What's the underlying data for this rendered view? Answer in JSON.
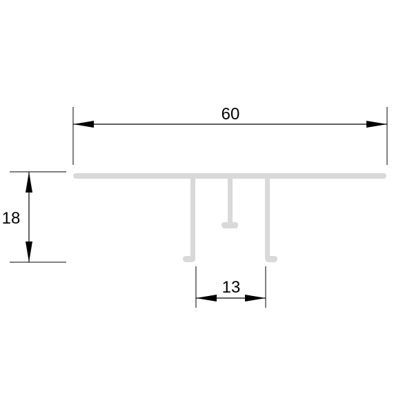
{
  "drawing": {
    "dimensions": {
      "width": "60",
      "height": "18",
      "slot": "13"
    },
    "colors": {
      "profile": "#d9d9d9",
      "dimension": "#000000",
      "background": "#ffffff"
    }
  }
}
